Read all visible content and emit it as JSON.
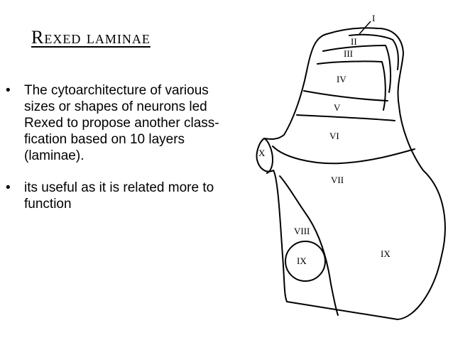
{
  "slide": {
    "title": "Rexed laminae",
    "bullets": [
      "The cytoarchitecture of various sizes or shapes of neurons led Rexed to propose another class-fication based on 10 layers (laminae).",
      "its useful as it is related more to function"
    ],
    "bullet_glyph": "•"
  },
  "diagram": {
    "labels": [
      "I",
      "II",
      "III",
      "IV",
      "V",
      "VI",
      "X",
      "VII",
      "VIII",
      "IX",
      "IX"
    ]
  }
}
